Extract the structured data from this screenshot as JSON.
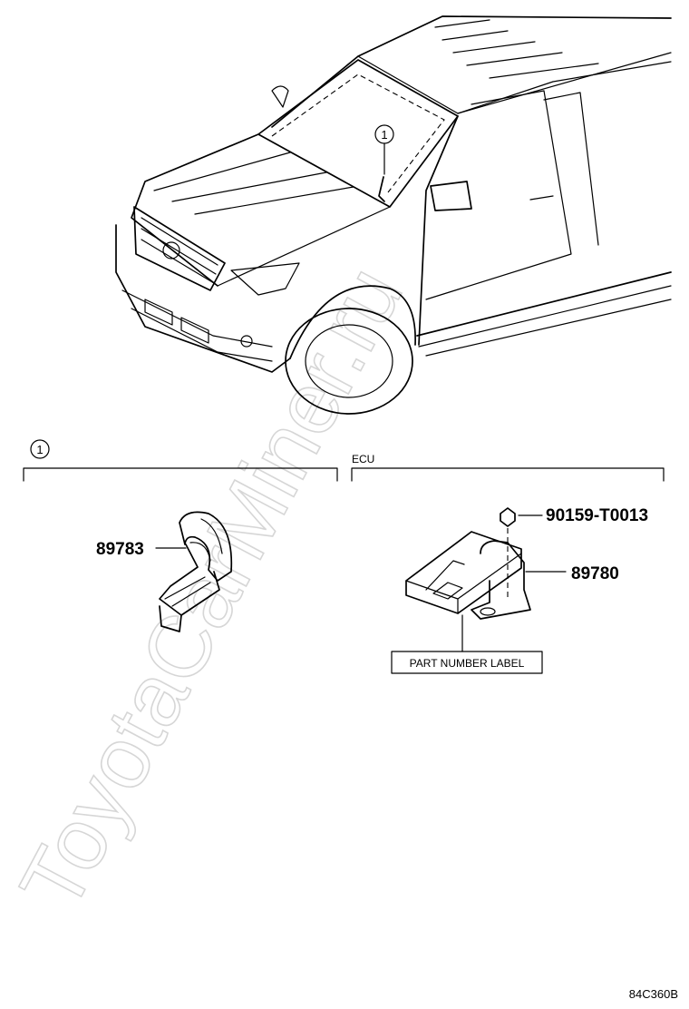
{
  "watermark": "ToyotaCarMiner.ru",
  "callout": "1",
  "section_ref": "1",
  "section_label": "ECU",
  "parts": {
    "left_part": "89783",
    "bolt": "90159-T0013",
    "ecu": "89780"
  },
  "part_number_label": "PART NUMBER LABEL",
  "figure_code": "84C360B"
}
